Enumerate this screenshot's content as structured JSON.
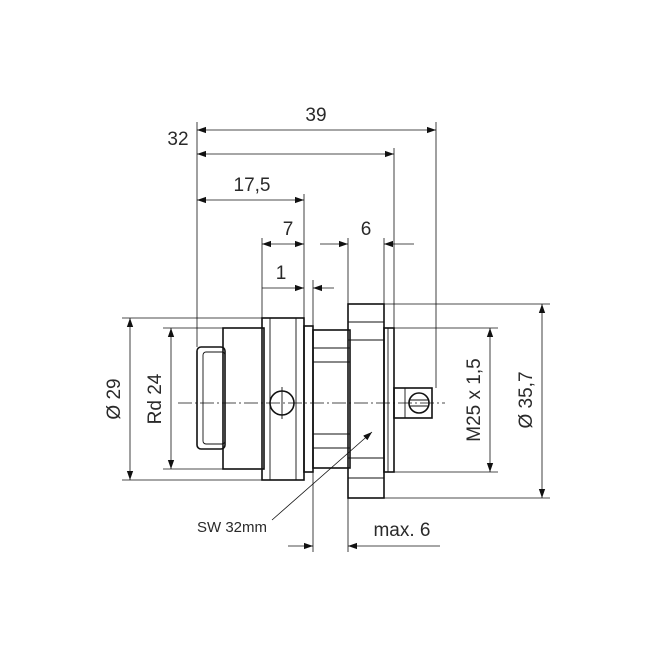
{
  "dimensions": {
    "overall_length": "39",
    "body_length": "32",
    "front_to_flange": "17,5",
    "flange_width": "7",
    "step": "1",
    "panel_thickness": "6",
    "panel_max": "max. 6",
    "diameter_front": "Ø 29",
    "round_thread": "Rd 24",
    "metric_thread": "M25 x 1,5",
    "diameter_flange": "Ø 35,7",
    "wrench_size": "SW 32mm"
  }
}
